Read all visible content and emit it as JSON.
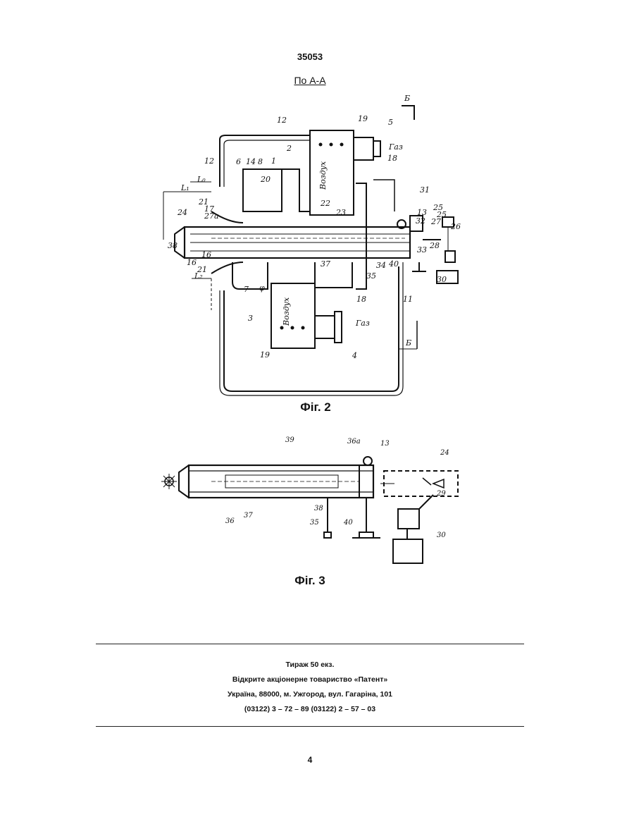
{
  "header": {
    "patent_number": "35053",
    "section_title": "По А-А"
  },
  "fig2": {
    "caption": "Фіг. 2",
    "section_mark": "Б",
    "words": {
      "air_top": "Воздух",
      "air_bottom": "Воздух",
      "gas_top": "Газ",
      "gas_bottom": "Газ"
    },
    "dims": {
      "l0": "L₀",
      "l1": "L₁",
      "l2": "L₂",
      "phi": "φ"
    },
    "labels": [
      "12",
      "12",
      "6",
      "14",
      "8",
      "1",
      "2",
      "19",
      "5",
      "18",
      "20",
      "21",
      "17",
      "27a",
      "24",
      "16",
      "22",
      "23",
      "31",
      "13",
      "32",
      "25",
      "27",
      "25",
      "33",
      "28",
      "26",
      "16",
      "21",
      "38",
      "37",
      "34",
      "35",
      "40",
      "30",
      "7",
      "3",
      "18",
      "19",
      "4",
      "11",
      "Б"
    ]
  },
  "fig3": {
    "caption": "Фіг. 3",
    "labels": [
      "39",
      "36a",
      "13",
      "24",
      "29",
      "36",
      "37",
      "38",
      "35",
      "40",
      "30"
    ]
  },
  "footer": {
    "circulation": "Тираж 50 екз.",
    "publisher": "Відкрите акціонерне товариство «Патент»",
    "address": "Україна, 88000, м. Ужгород, вул. Гагаріна, 101",
    "phones": "(03122) 3 – 72 – 89   (03122) 2 – 57 – 03"
  },
  "page_number": "4"
}
